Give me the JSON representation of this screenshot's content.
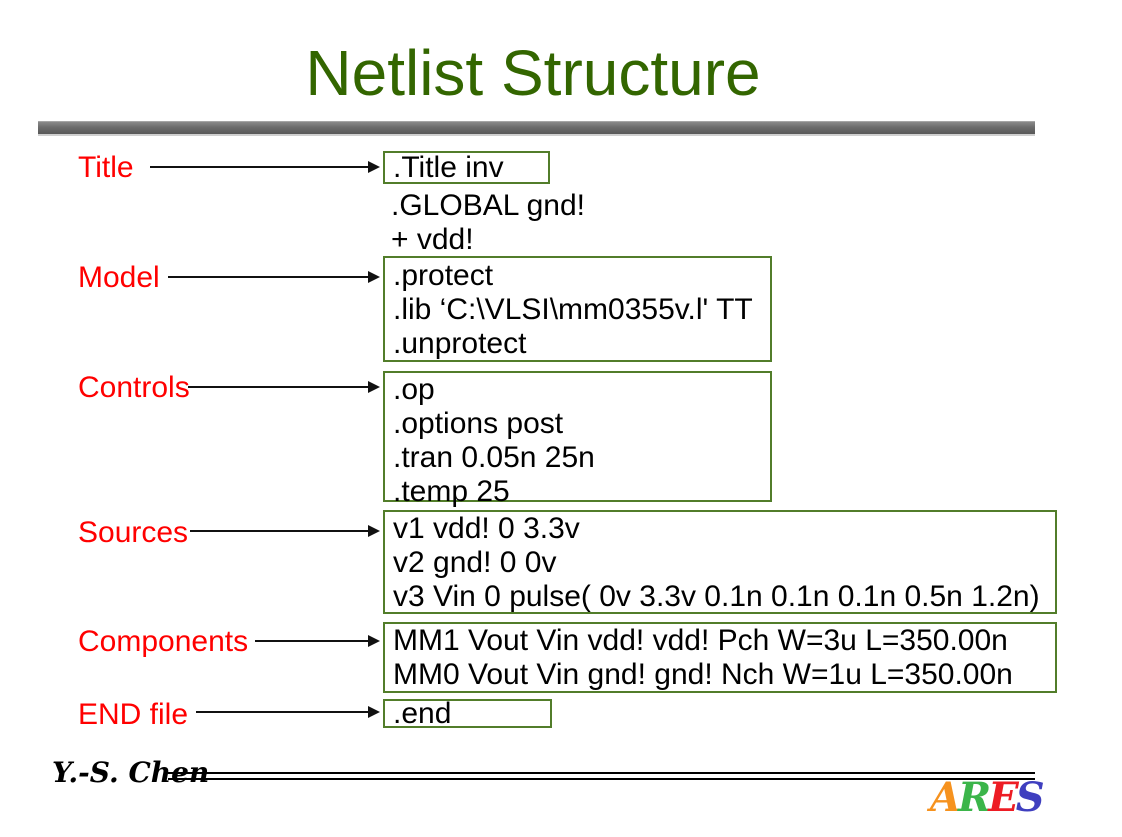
{
  "slide": {
    "title": "Netlist Structure",
    "title_color": "#336600"
  },
  "sections": [
    {
      "label": "Title",
      "box_lines": [
        ".Title inv"
      ],
      "after_box_lines": [
        ".GLOBAL gnd!",
        "+ vdd!"
      ]
    },
    {
      "label": "Model",
      "box_lines": [
        ".protect",
        ".lib ‘C:\\VLSI\\mm0355v.l' TT",
        ".unprotect"
      ]
    },
    {
      "label": "Controls",
      "box_lines": [
        ".op",
        ".options post",
        ".tran 0.05n 25n",
        ".temp 25"
      ]
    },
    {
      "label": "Sources",
      "box_lines": [
        "v1 vdd! 0 3.3v",
        "v2 gnd! 0 0v",
        "v3 Vin 0 pulse( 0v 3.3v 0.1n 0.1n 0.1n 0.5n 1.2n)"
      ]
    },
    {
      "label": "Components",
      "box_lines": [
        "MM1 Vout Vin vdd! vdd! Pch W=3u L=350.00n",
        "MM0 Vout Vin gnd! gnd! Nch W=1u L=350.00n"
      ]
    },
    {
      "label": "END file",
      "box_lines": [
        ".end"
      ]
    }
  ],
  "footer": {
    "author": "Y.-S. Chen",
    "logo": {
      "name": "ARES",
      "letters": [
        {
          "char": "A",
          "color": "#F6921E"
        },
        {
          "char": "R",
          "color": "#3BB54A"
        },
        {
          "char": "E",
          "color": "#ED1C24"
        },
        {
          "char": "S",
          "color": "#3F3FBF"
        }
      ]
    }
  },
  "colors": {
    "label_red": "#FF0000",
    "box_border_green": "#527D2A",
    "title_green": "#336600",
    "divider_gray": "#6B6B6B"
  }
}
